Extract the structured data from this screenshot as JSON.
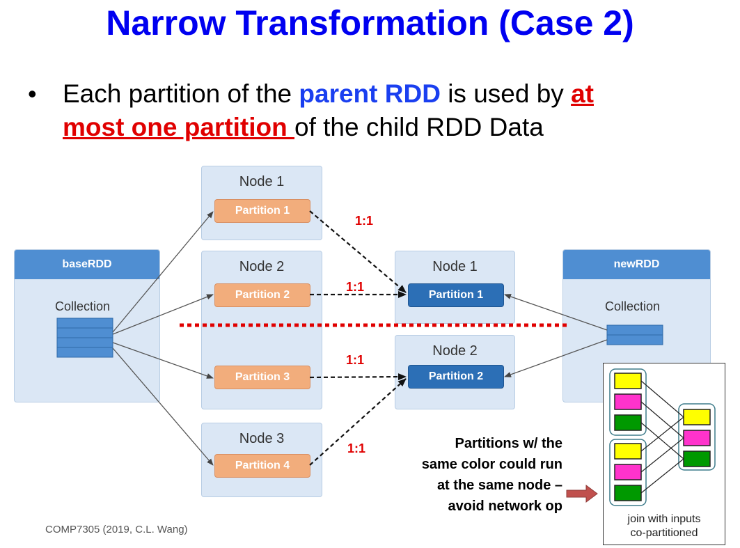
{
  "title": "Narrow Transformation (Case 2)",
  "bullet": {
    "line1_pre": "Each partition of the ",
    "line1_blue": "parent RDD",
    "line1_mid": " is used by ",
    "line1_red": "at",
    "line2_red": "most one partition ",
    "line2_post": "of the child RDD Data"
  },
  "base_rdd": {
    "header": "baseRDD",
    "collection": "Collection"
  },
  "new_rdd": {
    "header": "newRDD",
    "collection": "Collection"
  },
  "source_nodes": [
    {
      "label": "Node 1",
      "partitions": [
        "Partition 1"
      ]
    },
    {
      "label": "Node 2",
      "partitions": [
        "Partition 2",
        "Partition 3"
      ]
    },
    {
      "label": "Node 3",
      "partitions": [
        "Partition 4"
      ]
    }
  ],
  "target_nodes": [
    {
      "label": "Node 1",
      "partition": "Partition 1"
    },
    {
      "label": "Node 2",
      "partition": "Partition 2"
    }
  ],
  "ratios": [
    "1:1",
    "1:1",
    "1:1",
    "1:1"
  ],
  "note_lines": [
    "Partitions w/ the",
    "same color could run",
    "at the same node –",
    "avoid  network op"
  ],
  "inset": {
    "caption_1": "join with inputs",
    "caption_2": "co-partitioned"
  },
  "footer": "COMP7305 (2019, C.L. Wang)",
  "colors": {
    "title": "#0000f0",
    "emphasis_red": "#e00000",
    "source_partition": "#f2ad7c",
    "target_partition": "#2c6fb6",
    "rdd_header": "#4f8ed2",
    "inset_yellow": "#ffff00",
    "inset_magenta": "#ff33cc",
    "inset_green": "#009900"
  }
}
